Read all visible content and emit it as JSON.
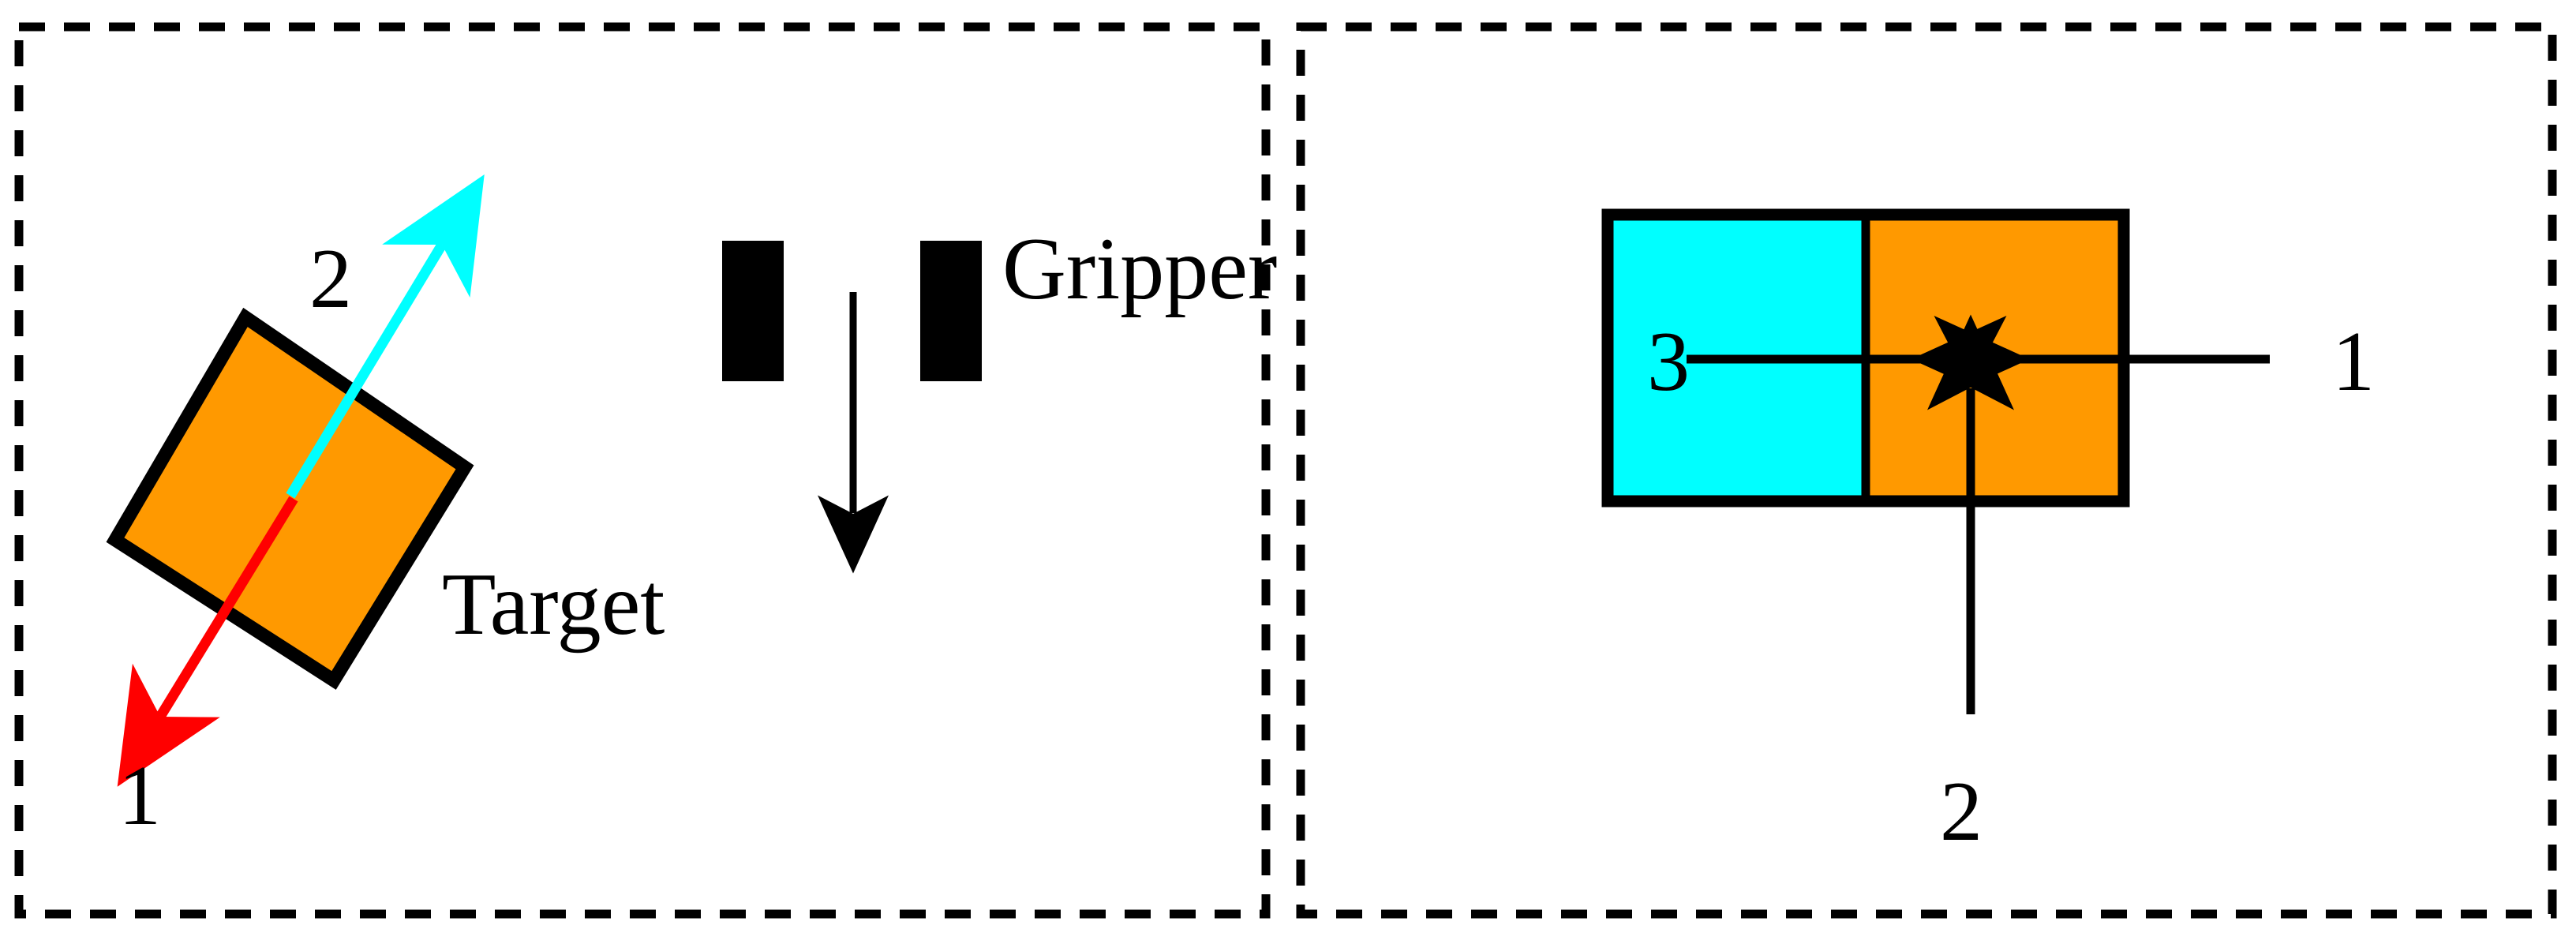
{
  "figure": {
    "title": "",
    "type": "two-panel-robotic-grasp-diagram",
    "background_color": "#ffffff",
    "panel_border": {
      "style": "dashed",
      "color": "#000000",
      "stroke_width": 11,
      "dash": "33 24"
    }
  },
  "colors": {
    "orange": "#FF9900",
    "cyan": "#00FFFF",
    "red": "#FF0000",
    "black": "#000000",
    "white": "#FFFFFF"
  },
  "panels": [
    {
      "id": "left-panel",
      "name": "target-and-gripper-panel",
      "shapes": {
        "target_square": {
          "name": "target-object",
          "fill": "#FF9900",
          "stroke": "#000000",
          "rotation_deg": -27
        },
        "gripper_jaws": [
          {
            "name": "gripper-jaw-left",
            "fill": "#000000"
          },
          {
            "name": "gripper-jaw-right",
            "fill": "#000000"
          }
        ],
        "approach_arrow": {
          "name": "gripper-approach-arrow",
          "color": "#000000",
          "direction": "down"
        },
        "axis_arrow_1": {
          "name": "target-axis-arrow-1",
          "color": "#FF0000",
          "direction": "down-left",
          "label": "1"
        },
        "axis_arrow_2": {
          "name": "target-axis-arrow-2",
          "color": "#00FFFF",
          "direction": "up-right",
          "label": "2"
        }
      },
      "labels": {
        "axis_1": "1",
        "axis_2": "2",
        "target": "Target",
        "gripper": "Gripper"
      }
    },
    {
      "id": "right-panel",
      "name": "contact-forces-panel",
      "shapes": {
        "object_rect": {
          "name": "two-tone-object",
          "left_half_fill": "#00FFFF",
          "right_half_fill": "#FF9900",
          "stroke": "#000000"
        },
        "force_arrows": [
          {
            "name": "force-arrow-1",
            "label": "1",
            "color": "#000000",
            "direction": "left",
            "origin": "right"
          },
          {
            "name": "force-arrow-2",
            "label": "2",
            "color": "#000000",
            "direction": "up",
            "origin": "bottom"
          },
          {
            "name": "force-arrow-3",
            "label": "3",
            "color": "#000000",
            "direction": "right",
            "origin": "left"
          }
        ]
      },
      "labels": {
        "force_1": "1",
        "force_2": "2",
        "force_3": "3"
      }
    }
  ]
}
